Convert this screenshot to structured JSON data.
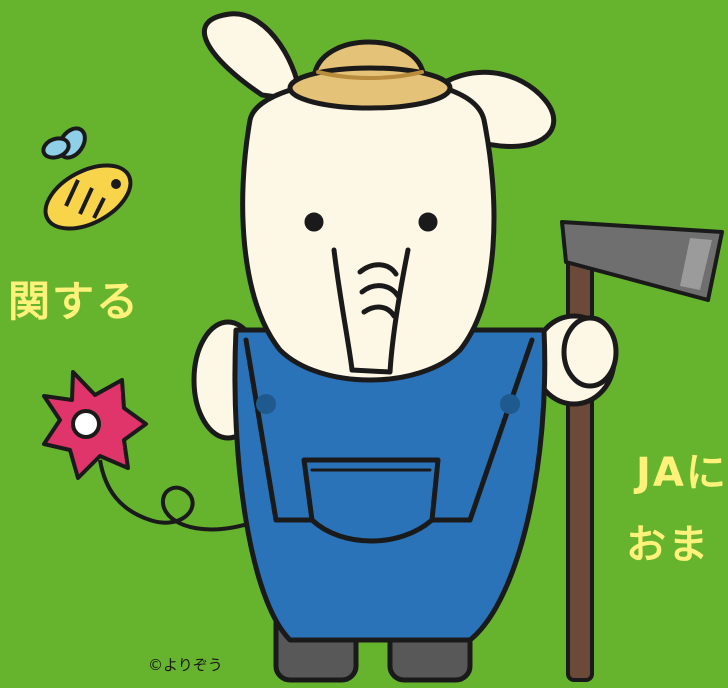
{
  "texts": {
    "left": "関する",
    "right_line1": "JAに",
    "right_line2": "おま"
  },
  "copyright": "©よりぞう",
  "icons": [
    "bee-icon",
    "flower-icon",
    "hoe-icon",
    "mascot-elephant"
  ],
  "colors": {
    "background": "#66b32e",
    "text": "#fff27a",
    "overalls": "#2a73b8",
    "body": "#fdf7e6",
    "hat": "#e4c277",
    "flower": "#e0356a"
  }
}
